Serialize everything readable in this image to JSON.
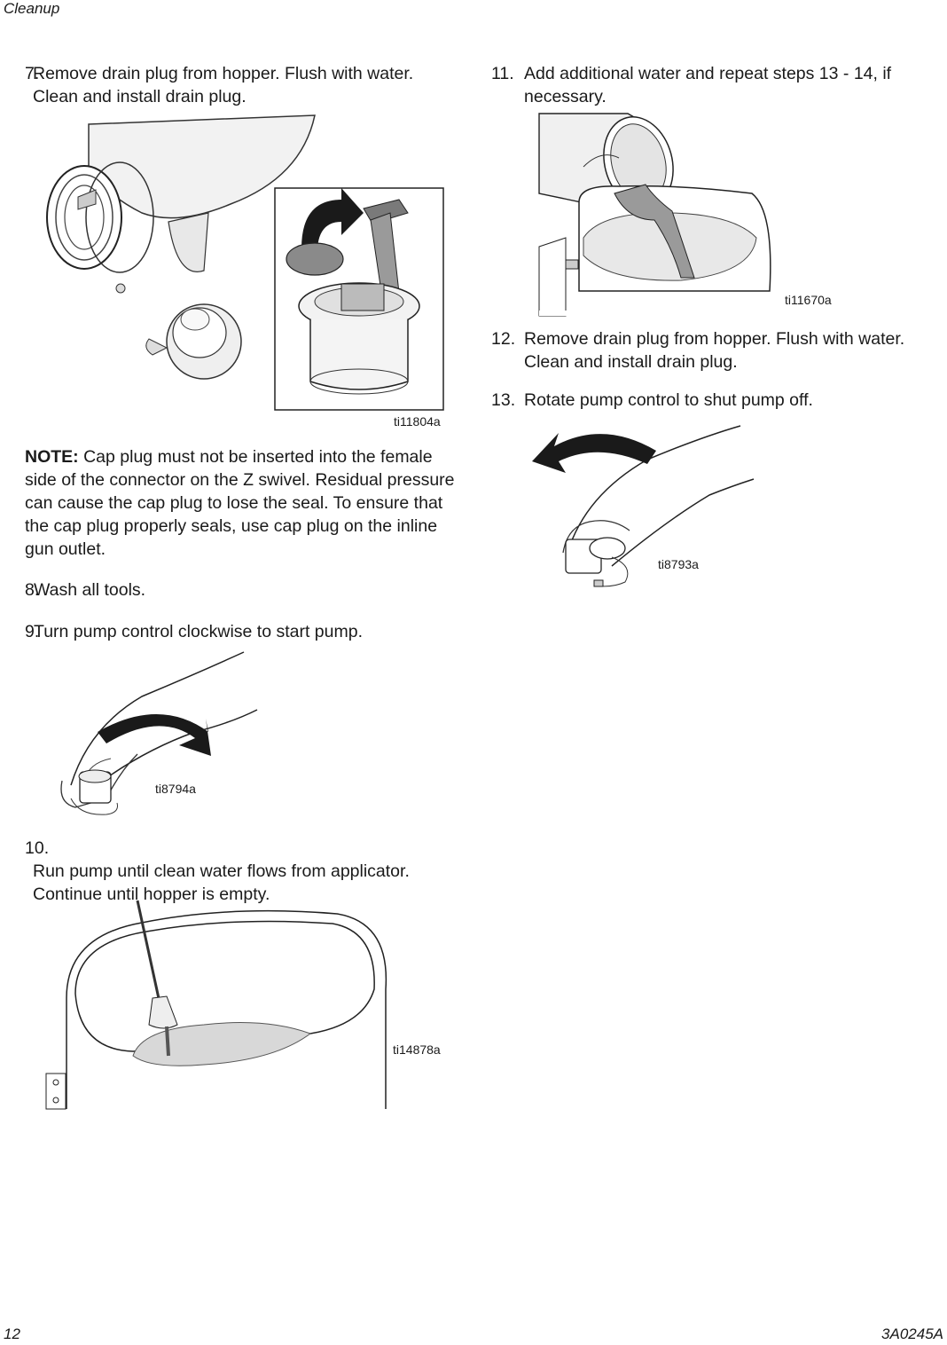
{
  "header": {
    "section": "Cleanup"
  },
  "steps": [
    {
      "num": "7.",
      "text": "Remove drain plug from hopper. Flush with water. Clean and install drain plug."
    },
    {
      "num": "8.",
      "text": "Wash all tools."
    },
    {
      "num": "9.",
      "text": "Turn pump control clockwise to start pump."
    },
    {
      "num": "10.",
      "text": "Run pump until clean water flows from applicator. Continue until hopper is empty."
    },
    {
      "num": "11.",
      "text": "Add additional water and repeat steps 13 - 14, if necessary."
    },
    {
      "num": "12.",
      "text": "Remove drain plug from hopper. Flush with water. Clean and install drain plug."
    },
    {
      "num": "13.",
      "text": "Rotate pump control to shut pump off."
    }
  ],
  "note": {
    "label": "NOTE:",
    "text": "Cap plug must not be inserted into the female side of the connector on the Z swivel. Residual pressure can cause the cap plug to lose the seal. To ensure that the cap plug properly seals, use cap plug on the inline gun outlet."
  },
  "figures": {
    "drain_plug": "ti11804a",
    "pump_start": "ti8794a",
    "hopper_applicator": "ti14878a",
    "add_water": "ti11670a",
    "pump_stop": "ti8793a"
  },
  "footer": {
    "page": "12",
    "doc": "3A0245A"
  }
}
